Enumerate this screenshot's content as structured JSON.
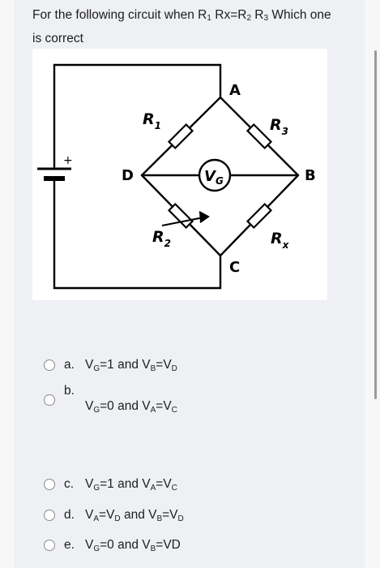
{
  "question": {
    "prefix": "For the following circuit when R",
    "s1": "1",
    "mid1": " Rx=R",
    "s2": "2",
    "mid2": " R",
    "s3": "3",
    "suffix": " Which one is correct"
  },
  "circuit": {
    "node_a": "A",
    "node_b": "B",
    "node_c": "C",
    "node_d": "D",
    "r1_main": "R",
    "r1_sub": "1",
    "r2_main": "R",
    "r2_sub": "2",
    "r3_main": "R",
    "r3_sub": "3",
    "rx_main": "R",
    "rx_sub": "x",
    "meter_main": "V",
    "meter_sub": "G",
    "battery_plus": "+"
  },
  "options": [
    {
      "letter": "a.",
      "parts": [
        "V",
        "G",
        "=1 and V",
        "B",
        "=V",
        "D",
        ""
      ]
    },
    {
      "letter": "b.",
      "parts": [
        "V",
        "G",
        "=0 and V",
        "A",
        "=V",
        "C",
        ""
      ]
    },
    {
      "letter": "c.",
      "parts": [
        "V",
        "G",
        "=1 and V",
        "A",
        "=V",
        "C",
        ""
      ]
    },
    {
      "letter": "d.",
      "parts": [
        "V",
        "A",
        "=V",
        "D",
        " and V",
        "B",
        "=V",
        "D",
        ""
      ]
    },
    {
      "letter": "e.",
      "parts": [
        "V",
        "G",
        "=0 and V",
        "B",
        "=VD"
      ]
    }
  ],
  "colors": {
    "page": "#f7f7f7",
    "card": "#eef0f4",
    "ink": "#1d1d1d"
  }
}
